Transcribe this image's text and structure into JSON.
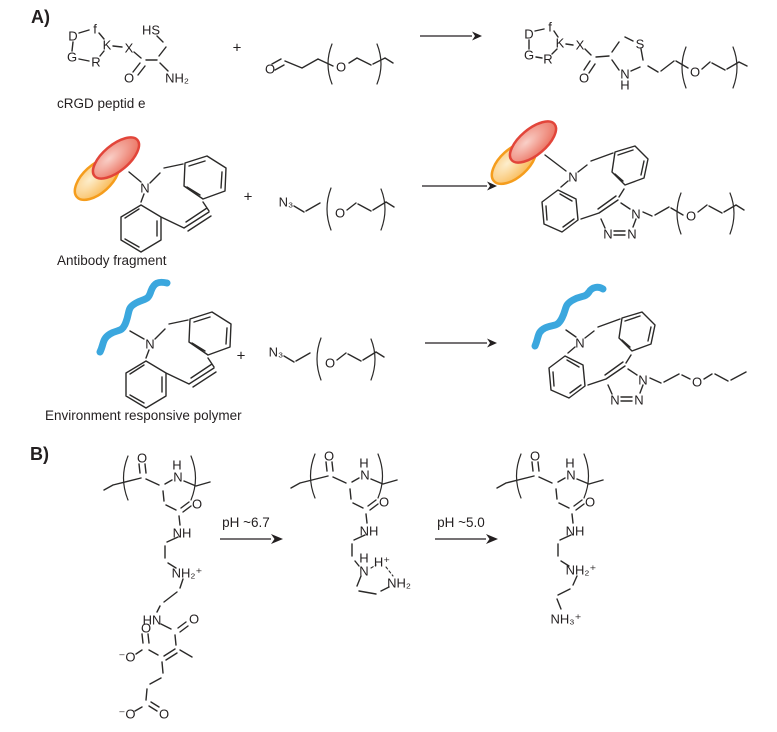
{
  "labels": {
    "panel_a": "A)",
    "panel_b": "B)",
    "caption_row1": "cRGD peptid e",
    "caption_row2": "Antibody fragment",
    "caption_row3": "Environment responsive polymer",
    "plus": "+",
    "ph_step1": "pH ~6.7",
    "ph_step2": "pH ~5.0"
  },
  "atoms": {
    "d": "D",
    "f": "f",
    "k": "K",
    "x": "X",
    "g": "G",
    "r": "R",
    "hs": "HS",
    "nh2": "NH₂",
    "o": "O",
    "s": "S",
    "n": "N",
    "h": "H",
    "n3": "N₃",
    "nh": "NH",
    "hn": "HN",
    "nh2_plus": "NH₂⁺",
    "nh3_plus": "NH₃⁺",
    "h_plus": "H⁺",
    "o_minus": "⁻O"
  },
  "colors": {
    "bond": "#2b2a29",
    "polymer_blue": "#3ba7de",
    "red_ellipse_stroke": "#e2453a",
    "red_ellipse_inner": "#f9d0c8",
    "red_ellipse_outer": "#ea6a58",
    "orange_ellipse_stroke": "#f59d1d",
    "orange_ellipse_inner": "#fdeecd",
    "orange_ellipse_outer": "#f9b54c"
  }
}
